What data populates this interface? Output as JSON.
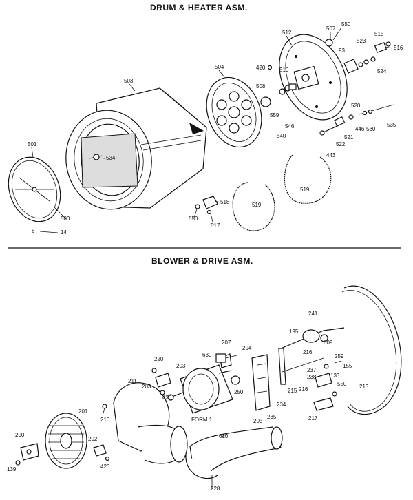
{
  "sections": {
    "top_title": "DRUM & HEATER ASM.",
    "bottom_title": "BLOWER & DRIVE ASM."
  },
  "callouts": {
    "p503": "503",
    "p504": "504",
    "p512": "512",
    "p507": "507",
    "p550a": "550",
    "p515": "515",
    "p516": "516",
    "p523": "523",
    "p524": "524",
    "p93": "93",
    "p420a": "420",
    "p508": "508",
    "p510": "510",
    "p559": "559",
    "p546": "546",
    "p540": "540",
    "p520": "520",
    "p446": "446",
    "p530": "530",
    "p535": "535",
    "p521": "521",
    "p522": "522",
    "p443": "443",
    "p519a": "519",
    "p519b": "519",
    "p501": "501",
    "p534": "534",
    "p500": "500",
    "p6": "6",
    "p14": "14",
    "p518": "518",
    "p550b": "550",
    "p517": "517",
    "p241": "241",
    "p195": "195",
    "p609": "609",
    "p216a": "216",
    "p207": "207",
    "p204": "204",
    "p630": "630",
    "p220": "220",
    "p203a": "203",
    "p203b": "203",
    "p420b": "420",
    "p211": "211",
    "p210": "210",
    "p201": "201",
    "p200": "200",
    "p202": "202",
    "p420c": "420",
    "p139": "139",
    "p250": "250",
    "pform1": "FORM 1",
    "p205": "205",
    "p235": "235",
    "p234": "234",
    "p215": "215",
    "p259": "259",
    "p155": "155",
    "p237": "237",
    "p238": "238",
    "p133": "133",
    "p216b": "216",
    "p550c": "550",
    "p217": "217",
    "p213": "213",
    "p610": "610",
    "p228": "228"
  }
}
